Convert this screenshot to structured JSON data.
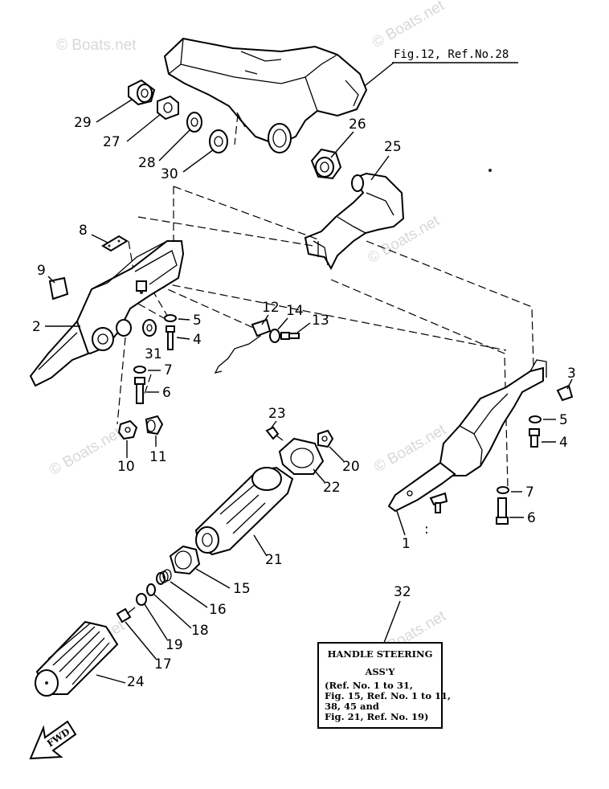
{
  "figure_ref": "Fig.12, Ref.No.28",
  "watermark": "© Boats.net",
  "labels": {
    "p1": "1",
    "p2": "2",
    "p3": "3",
    "p4a": "4",
    "p4b": "4",
    "p5a": "5",
    "p5b": "5",
    "p6a": "6",
    "p6b": "6",
    "p7a": "7",
    "p7b": "7",
    "p8": "8",
    "p9": "9",
    "p10": "10",
    "p11": "11",
    "p12": "12",
    "p13": "13",
    "p14": "14",
    "p15": "15",
    "p16": "16",
    "p17": "17",
    "p18": "18",
    "p19": "19",
    "p20": "20",
    "p21": "21",
    "p22": "22",
    "p23": "23",
    "p24": "24",
    "p25": "25",
    "p26": "26",
    "p27": "27",
    "p28": "28",
    "p29": "29",
    "p30": "30",
    "p31": "31",
    "p32": "32"
  },
  "assy_box": {
    "title": "HANDLE STEERING",
    "subtitle": "ASS'Y",
    "line1": "(Ref. No. 1 to 31,",
    "line2": "Fig. 15, Ref. No. 1 to 11,",
    "line3": "38, 45 and",
    "line4": "Fig. 21, Ref. No. 19)"
  },
  "fwd_label": "FWD"
}
